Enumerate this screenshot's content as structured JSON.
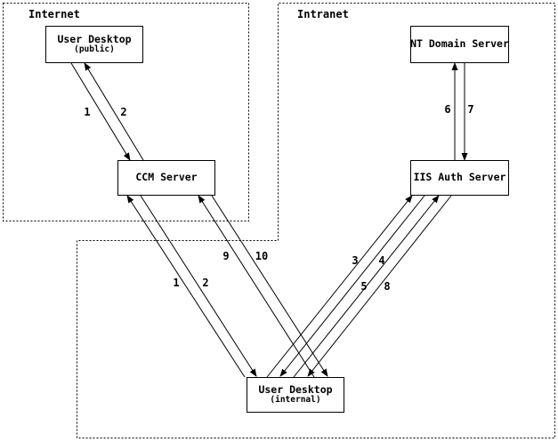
{
  "zones": {
    "internet": {
      "label": "Internet"
    },
    "intranet": {
      "label": "Intranet"
    }
  },
  "nodes": {
    "user_desktop_public": {
      "title": "User Desktop",
      "subtitle": "(public)"
    },
    "ccm_server": {
      "title": "CCM Server"
    },
    "nt_domain_server": {
      "title": "NT Domain Server"
    },
    "iis_auth_server": {
      "title": "IIS Auth Server"
    },
    "user_desktop_internal": {
      "title": "User Desktop",
      "subtitle": "(internal)"
    }
  },
  "edges": [
    {
      "label": "1",
      "from": "user-desktop-public",
      "to": "ccm-server"
    },
    {
      "label": "2",
      "from": "ccm-server",
      "to": "user-desktop-public"
    },
    {
      "label": "1",
      "from": "user-desktop-internal",
      "to": "ccm-server"
    },
    {
      "label": "2",
      "from": "ccm-server",
      "to": "user-desktop-internal"
    },
    {
      "label": "9",
      "from": "user-desktop-internal",
      "to": "ccm-server"
    },
    {
      "label": "10",
      "from": "ccm-server",
      "to": "user-desktop-internal"
    },
    {
      "label": "6",
      "from": "iis-auth-server",
      "to": "nt-domain-server"
    },
    {
      "label": "7",
      "from": "nt-domain-server",
      "to": "iis-auth-server"
    },
    {
      "label": "3",
      "from": "user-desktop-internal",
      "to": "iis-auth-server"
    },
    {
      "label": "4",
      "from": "iis-auth-server",
      "to": "user-desktop-internal"
    },
    {
      "label": "5",
      "from": "user-desktop-internal",
      "to": "iis-auth-server"
    },
    {
      "label": "8",
      "from": "iis-auth-server",
      "to": "user-desktop-internal"
    }
  ],
  "colors": {
    "line": "#000000",
    "background": "#ffffff",
    "text": "#000000"
  }
}
